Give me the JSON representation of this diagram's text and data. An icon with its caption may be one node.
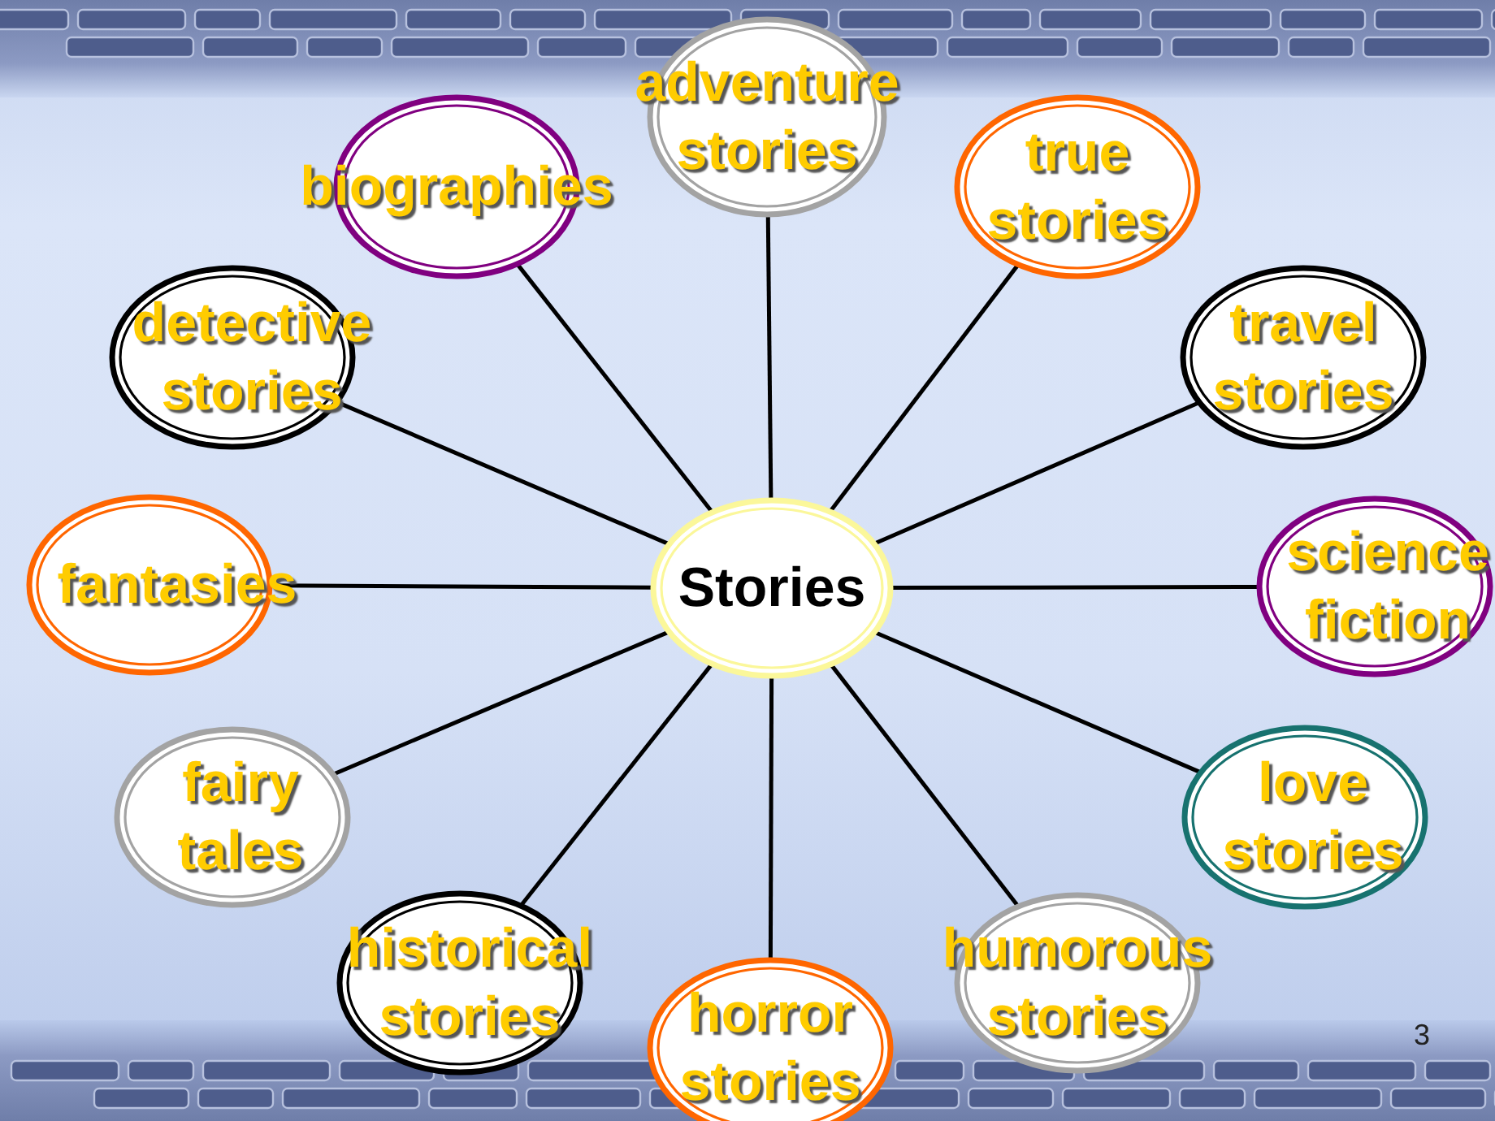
{
  "diagram": {
    "nodes": [
      {
        "text": [
          "adventure stories"
        ]
      },
      {
        "text": [
          "biographies"
        ]
      },
      {
        "text": [
          "true stories"
        ]
      },
      {
        "text": [
          "detective stories"
        ]
      },
      {
        "text": [
          "travel stories"
        ]
      },
      {
        "text": [
          "fantasies"
        ]
      },
      {
        "text": [
          "Stories"
        ]
      },
      {
        "text": [
          "science fiction"
        ]
      },
      {
        "text": [
          "fairy tales"
        ]
      },
      {
        "text": [
          "love stories"
        ]
      },
      {
        "text": [
          "historical stories"
        ]
      },
      {
        "text": [
          "humorous stories"
        ]
      },
      {
        "text": [
          "horror stories"
        ]
      }
    ],
    "edges": [
      {
        "from": 6,
        "to": 0,
        "arrow": "none"
      },
      {
        "from": 6,
        "to": 1,
        "arrow": "none"
      },
      {
        "from": 6,
        "to": 2,
        "arrow": "none"
      },
      {
        "from": 6,
        "to": 3,
        "arrow": "none"
      },
      {
        "from": 6,
        "to": 4,
        "arrow": "none"
      },
      {
        "from": 6,
        "to": 5,
        "arrow": "none"
      },
      {
        "from": 6,
        "to": 7,
        "arrow": "none"
      },
      {
        "from": 6,
        "to": 8,
        "arrow": "none"
      },
      {
        "from": 6,
        "to": 9,
        "arrow": "none"
      },
      {
        "from": 6,
        "to": 10,
        "arrow": "none"
      },
      {
        "from": 6,
        "to": 11,
        "arrow": "none"
      },
      {
        "from": 6,
        "to": 12,
        "arrow": "none"
      }
    ],
    "labels": [
      "3"
    ]
  }
}
